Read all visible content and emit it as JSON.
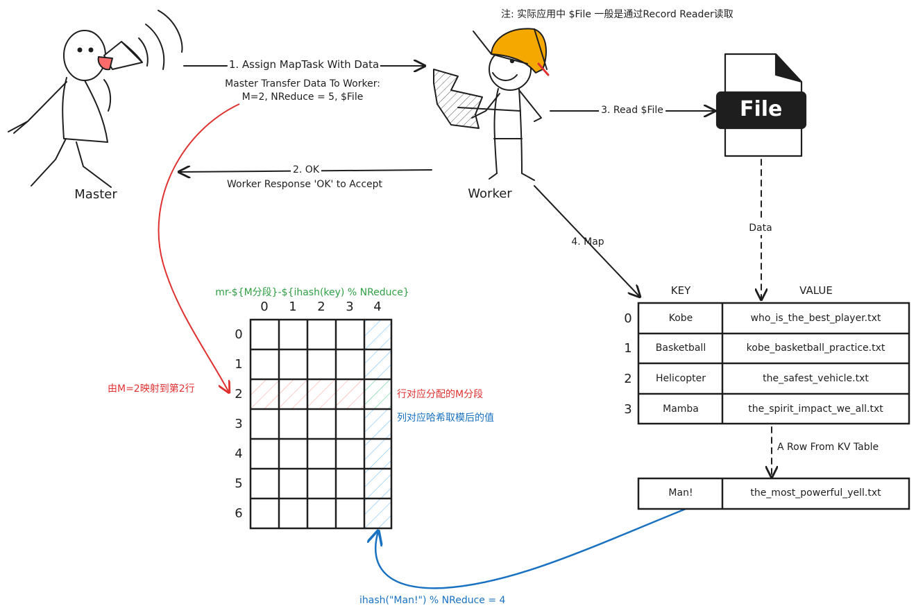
{
  "note": "注: 实际应用中 $File 一般是通过Record Reader读取",
  "actors": {
    "master_label": "Master",
    "worker_label": "Worker"
  },
  "file_label": "File",
  "arrows": {
    "assign": "1. Assign MapTask With Data",
    "transfer_line1": "Master Transfer Data To Worker:",
    "transfer_line2": "M=2, NReduce = 5, $File",
    "ok": "2. OK",
    "response": "Worker Response 'OK' to Accept",
    "read": "3. Read $File",
    "map": "4. Map",
    "data": "Data",
    "row_from_kv": "A Row From KV Table"
  },
  "kv_table": {
    "key_header": "KEY",
    "value_header": "VALUE",
    "rows": [
      {
        "index": "0",
        "key": "Kobe",
        "value": "who_is_the_best_player.txt"
      },
      {
        "index": "1",
        "key": "Basketball",
        "value": "kobe_basketball_practice.txt"
      },
      {
        "index": "2",
        "key": "Helicopter",
        "value": "the_safest_vehicle.txt"
      },
      {
        "index": "3",
        "key": "Mamba",
        "value": "the_spirit_impact_we_all.txt"
      }
    ]
  },
  "single_row": {
    "key": "Man!",
    "value": "the_most_powerful_yell.txt"
  },
  "grid": {
    "formula": "mr-${M分段}-${ihash(key) % NReduce}",
    "col_labels": [
      "0",
      "1",
      "2",
      "3",
      "4"
    ],
    "row_labels": [
      "0",
      "1",
      "2",
      "3",
      "4",
      "5",
      "6"
    ],
    "highlight_row": 2,
    "highlight_col": 4
  },
  "annotations": {
    "m_maps_row": "由M=2映射到第2行",
    "row_meaning": "行对应分配的M分段",
    "col_meaning": "列对应哈希取模后的值",
    "hash_result": "ihash(\"Man!\") % NReduce = 4"
  },
  "colors": {
    "stroke": "#1e1e1e",
    "red": "#e03131",
    "blue": "#1971c2",
    "green": "#2f9e44",
    "helmet": "#f5a800"
  }
}
